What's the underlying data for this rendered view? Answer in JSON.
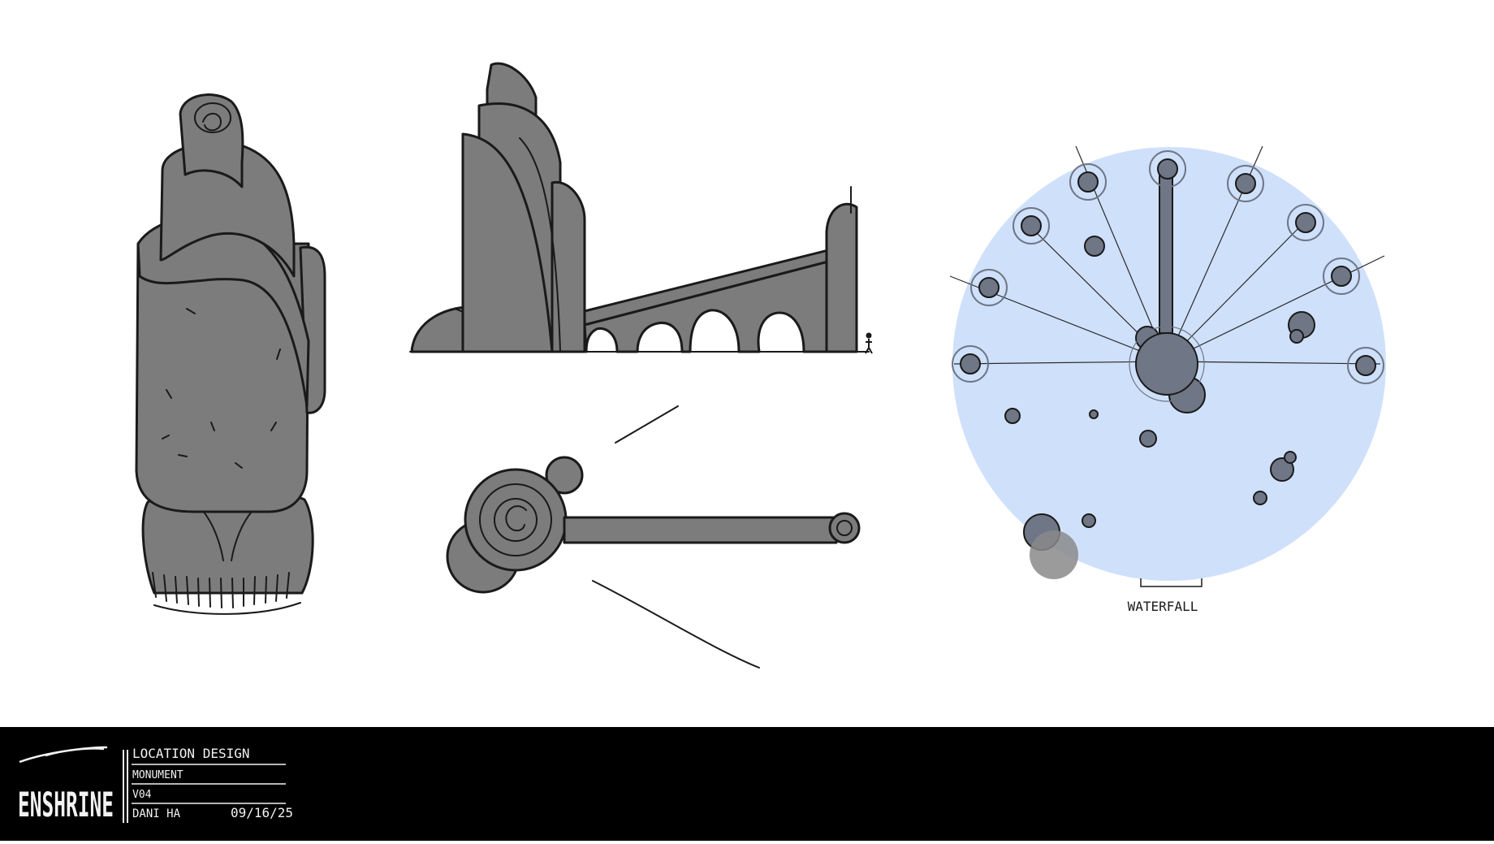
{
  "title_block": {
    "logo_text": "ENSHRINE",
    "rows": [
      {
        "label": "LOCATION DESIGN"
      },
      {
        "label": "MONUMENT"
      },
      {
        "label": "V04"
      },
      {
        "label": "DANI HA"
      }
    ],
    "date": "09/16/25"
  },
  "plan_view": {
    "label": "WATERFALL",
    "pool_color": "#cfe0fb",
    "stone_color": "#7c7c7c"
  }
}
